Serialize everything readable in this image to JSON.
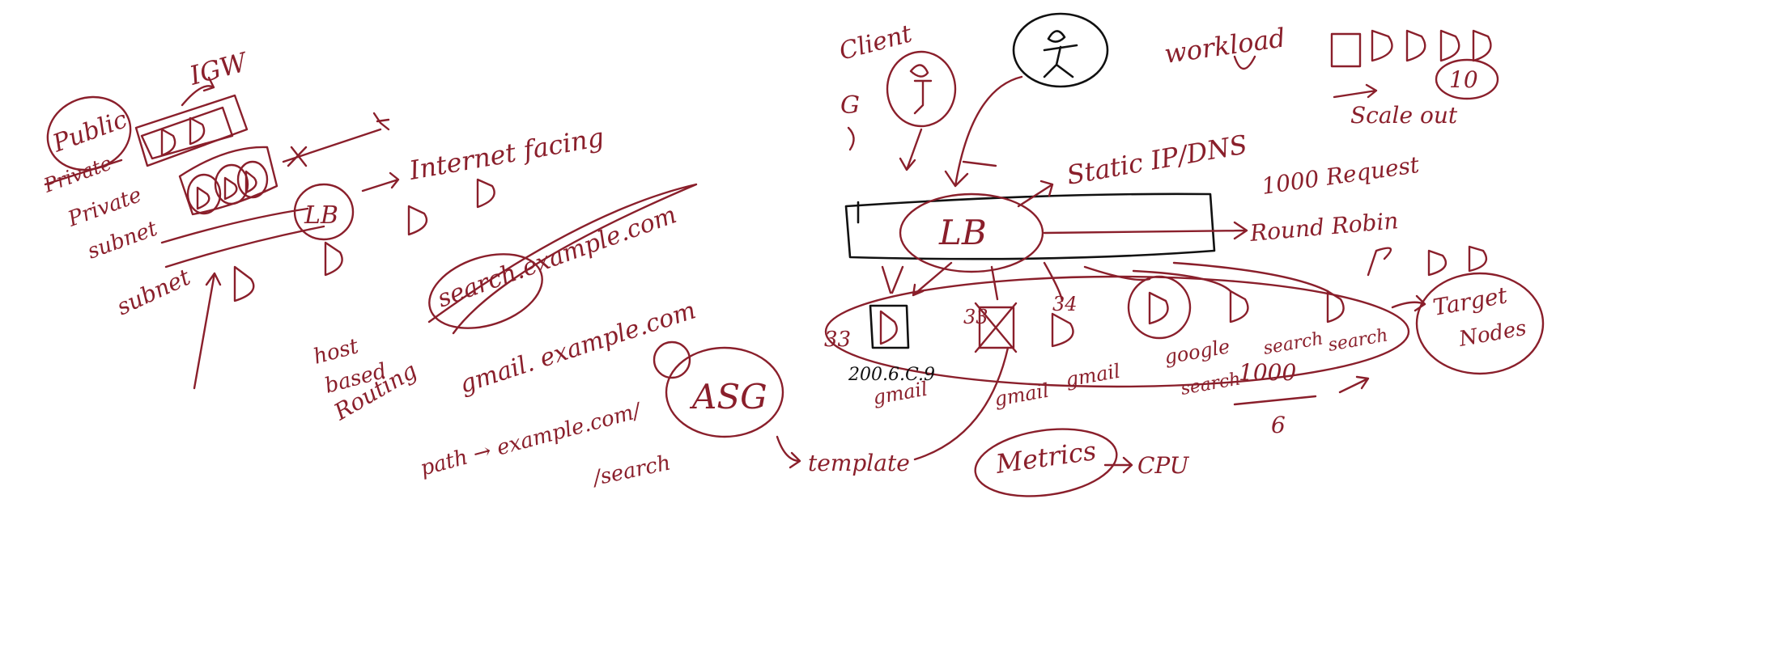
{
  "ink_color": "#8a1f2b",
  "dark_ink_color": "#111111",
  "left": {
    "public": "Public",
    "struck_word": "Private",
    "igw": "IGW",
    "private_subnet_1": "Private",
    "private_subnet_2": "subnet",
    "subnet": "subnet",
    "lb": "LB",
    "internet_facing": "Internet facing",
    "search_url": "search.example.com",
    "host_1": "host",
    "host_2": "based",
    "host_3": "Routing",
    "gmail_url": "gmail. example.com",
    "path": "path → example.com/",
    "slash_search": "/search",
    "asg": "ASG",
    "template": "template"
  },
  "center": {
    "client": "Client",
    "g_label": "G",
    "lb": "LB",
    "static_ip": "Static IP/DNS",
    "n33a": "33",
    "n33b": "33",
    "n34": "34",
    "ip": "200.6.C.9",
    "gmail_1": "gmail",
    "gmail_2": "gmail",
    "gmail_3": "gmail",
    "google": "google",
    "search_1": "search",
    "search_2": "search",
    "search_3": "search",
    "metrics": "Metrics",
    "cpu": "CPU",
    "n1000": "1000",
    "n6": "6"
  },
  "right": {
    "workload": "workload",
    "ten": "10",
    "scale_out": "Scale out",
    "req": "1000 Request",
    "round_robin": "Round Robin",
    "target_1": "Target",
    "target_2": "Nodes"
  }
}
